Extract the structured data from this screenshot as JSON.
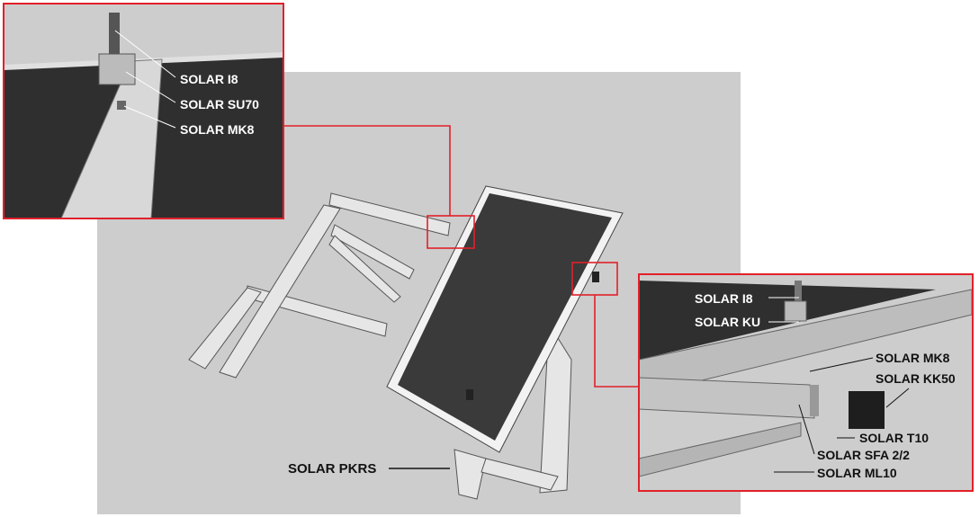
{
  "main": {
    "label": "SOLAR PKRS"
  },
  "inset_top_left": {
    "labels": [
      "SOLAR  I8",
      "SOLAR SU70",
      "SOLAR MK8"
    ]
  },
  "inset_right": {
    "labels": [
      "SOLAR  I8",
      "SOLAR KU",
      "SOLAR MK8",
      "SOLAR KK50",
      "SOLAR T10",
      "SOLAR SFA 2/2",
      "SOLAR ML10"
    ]
  },
  "colors": {
    "accent": "#e2202a",
    "background": "#cdcdcd",
    "panel": "#3a3a3a"
  }
}
